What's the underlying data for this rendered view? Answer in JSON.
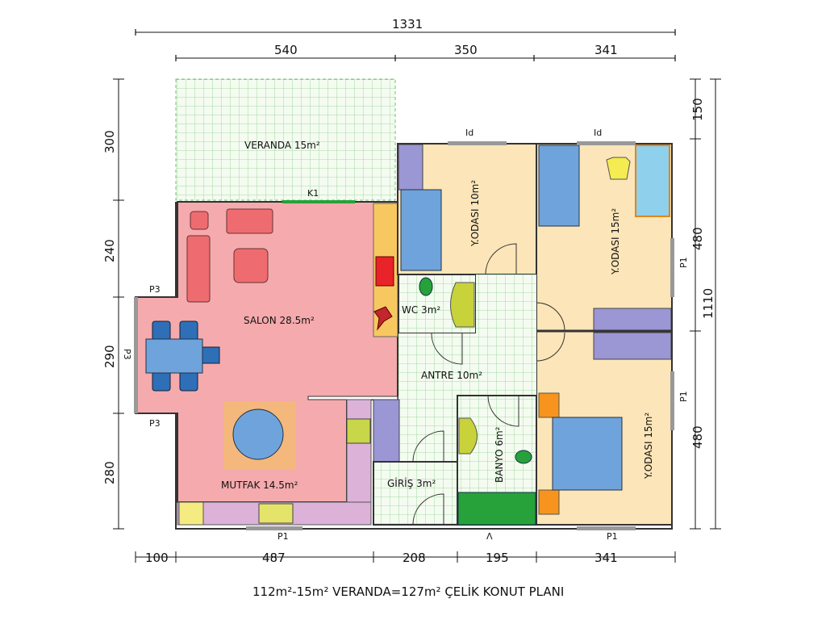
{
  "caption": "112m²-15m² VERANDA=127m² ÇELİK KONUT PLANI",
  "dimensions": {
    "top_total": "1331",
    "top": [
      "540",
      "350",
      "341"
    ],
    "left": [
      "300",
      "240",
      "290",
      "280"
    ],
    "right": [
      "150",
      "480",
      "480"
    ],
    "right_total": "1110",
    "bottom": [
      "100",
      "487",
      "208",
      "195",
      "341"
    ]
  },
  "rooms": {
    "veranda": "VERANDA 15m²",
    "salon": "SALON 28.5m²",
    "mutfak": "MUTFAK 14.5m²",
    "wc": "WC 3m²",
    "antre": "ANTRE 10m²",
    "giris": "GİRİŞ 3m²",
    "banyo": "BANYO 6m²",
    "yodasi_small": "Y.ODASI 10m²",
    "yodasi_top": "Y.ODASI 15m²",
    "yodasi_bottom": "Y.ODASI 15m²"
  },
  "openings": {
    "k1": "K1",
    "id1": "Id",
    "id2": "Id",
    "p3_top": "P3",
    "p3_bottom": "P3",
    "p3_side": "P3",
    "p1_bottom_left": "P1",
    "p1_bottom_right": "P1",
    "p1_right_top": "P1",
    "p1_right_bottom": "P1",
    "entrance": "Λ"
  },
  "colors": {
    "salon": "#f5aaad",
    "bedroom": "#fce5b8",
    "tile": "#f4fbf0",
    "tile_line": "#8fd18f",
    "counter": "#dcb2d8",
    "wardrobe": "#9b96d4",
    "furniture_blue": "#6fa3dc",
    "bath_green": "#27a23a"
  }
}
